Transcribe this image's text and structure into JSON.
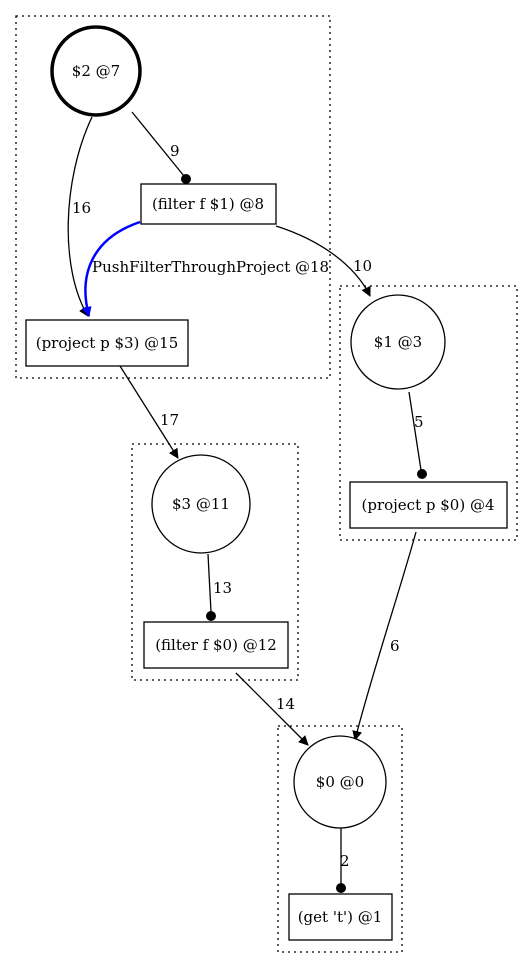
{
  "nodes": {
    "n2": {
      "label": "$2 @7"
    },
    "filter_f1": {
      "label": "(filter f $1) @8"
    },
    "project_p3": {
      "label": "(project p $3) @15"
    },
    "n1": {
      "label": "$1 @3"
    },
    "project_p0": {
      "label": "(project p $0) @4"
    },
    "n3": {
      "label": "$3 @11"
    },
    "filter_f0": {
      "label": "(filter f $0) @12"
    },
    "n0": {
      "label": "$0 @0"
    },
    "get_t": {
      "label": "(get 't') @1"
    }
  },
  "edges": {
    "e9": "9",
    "e16": "16",
    "e10": "10",
    "e5": "5",
    "e17": "17",
    "e13": "13",
    "e6": "6",
    "e14": "14",
    "e2": "2",
    "rewrite": "PushFilterThroughProject @18"
  },
  "colors": {
    "rewrite_edge": "#0000ff",
    "stroke": "#000000"
  }
}
